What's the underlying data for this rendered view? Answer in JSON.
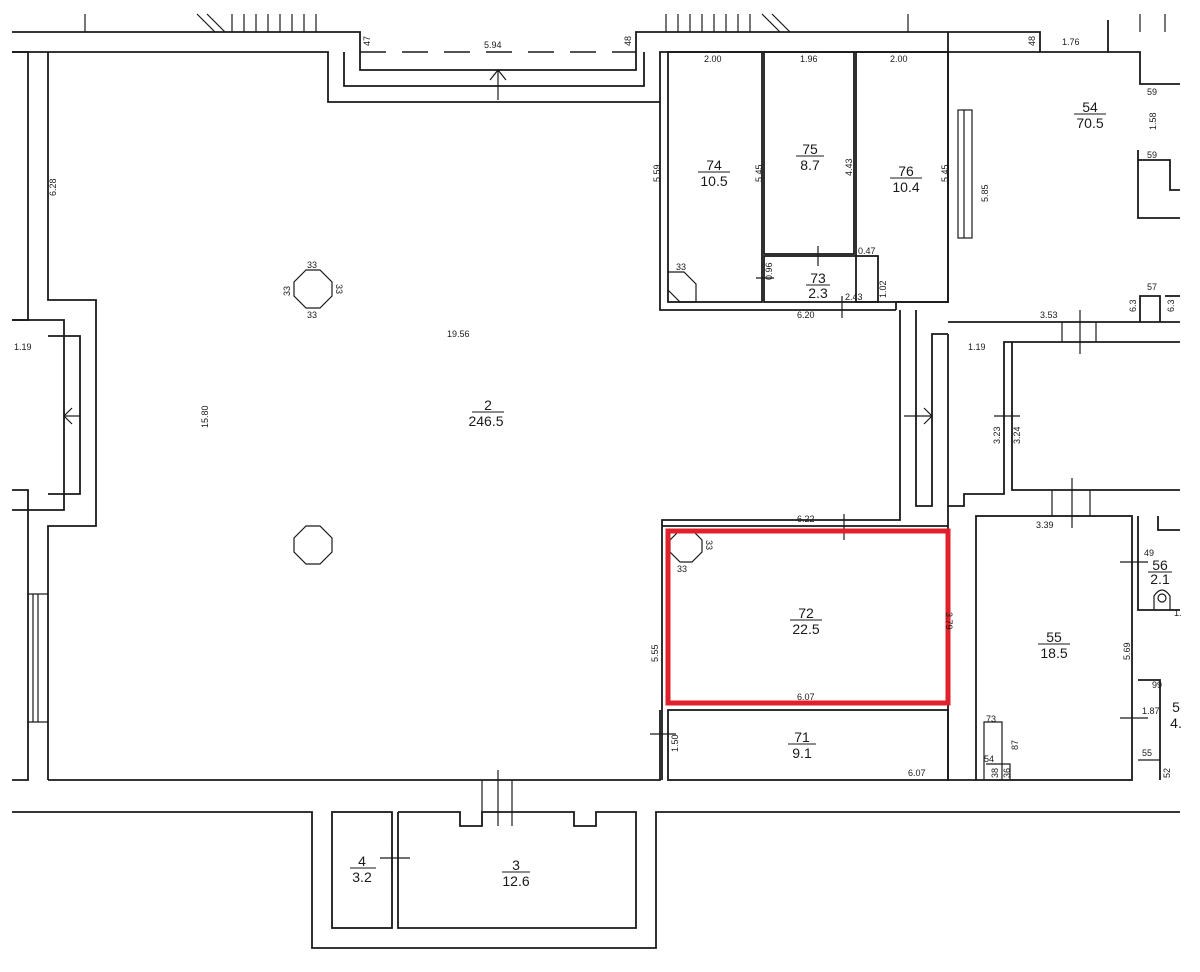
{
  "highlight_color": "#e0202a",
  "rooms": [
    {
      "id": "r2",
      "number": "2",
      "area": "246.5"
    },
    {
      "id": "r3",
      "number": "3",
      "area": "12.6"
    },
    {
      "id": "r4",
      "number": "4",
      "area": "3.2"
    },
    {
      "id": "r54",
      "number": "54",
      "area": "70.5"
    },
    {
      "id": "r55",
      "number": "55",
      "area": "18.5"
    },
    {
      "id": "r56",
      "number": "56",
      "area": "2.1"
    },
    {
      "id": "r71",
      "number": "71",
      "area": "9.1"
    },
    {
      "id": "r72",
      "number": "72",
      "area": "22.5",
      "highlighted": true
    },
    {
      "id": "r73",
      "number": "73",
      "area": "2.3"
    },
    {
      "id": "r74",
      "number": "74",
      "area": "10.5"
    },
    {
      "id": "r75",
      "number": "75",
      "area": "8.7"
    },
    {
      "id": "r76",
      "number": "76",
      "area": "10.4"
    },
    {
      "id": "r5x",
      "number": "5",
      "area": "4."
    }
  ],
  "dimensions": [
    "47",
    "5.94",
    "48",
    "48",
    "1.76",
    "2.00",
    "1.96",
    "2.00",
    "59",
    "1.58",
    "59",
    "5.59",
    "5.45",
    "4.43",
    "5.45",
    "5.85",
    "6.28",
    "33",
    "0.96",
    "0.47",
    "1.02",
    "2.43",
    "6.20",
    "3.53",
    "6.3",
    "57",
    "6.3",
    "19.56",
    "1.19",
    "15.80",
    "1.19",
    "3.23",
    "3.24",
    "6.22",
    "3.39",
    "49",
    "1.",
    "3.79",
    "5.55",
    "6.07",
    "5.69",
    "99",
    "1.87",
    "73",
    "87",
    "54",
    "38",
    "36",
    "55",
    "52",
    "1.50",
    "6.07"
  ]
}
